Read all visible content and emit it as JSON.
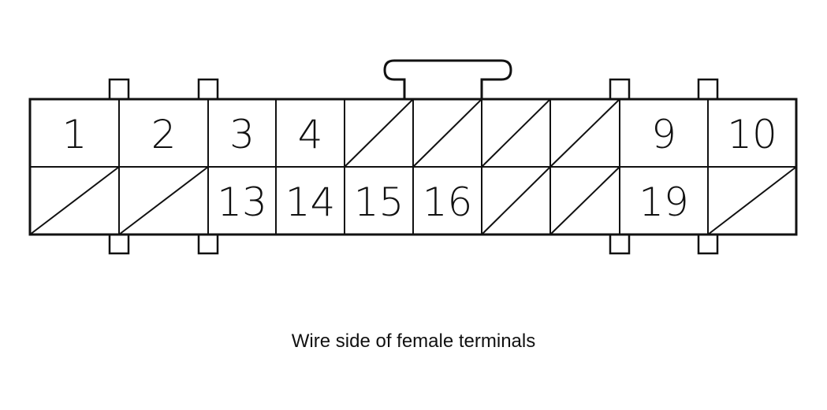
{
  "caption": "Wire side of female terminals",
  "connector": {
    "columns": 10,
    "rows": [
      [
        {
          "label": "1",
          "empty": false
        },
        {
          "label": "2",
          "empty": false
        },
        {
          "label": "3",
          "empty": false
        },
        {
          "label": "4",
          "empty": false
        },
        {
          "label": "",
          "empty": true
        },
        {
          "label": "",
          "empty": true
        },
        {
          "label": "",
          "empty": true
        },
        {
          "label": "",
          "empty": true
        },
        {
          "label": "9",
          "empty": false
        },
        {
          "label": "10",
          "empty": false
        }
      ],
      [
        {
          "label": "",
          "empty": true
        },
        {
          "label": "",
          "empty": true
        },
        {
          "label": "13",
          "empty": false
        },
        {
          "label": "14",
          "empty": false
        },
        {
          "label": "15",
          "empty": false
        },
        {
          "label": "16",
          "empty": false
        },
        {
          "label": "",
          "empty": true
        },
        {
          "label": "",
          "empty": true
        },
        {
          "label": "19",
          "empty": false
        },
        {
          "label": "",
          "empty": true
        }
      ]
    ]
  },
  "colors": {
    "line": "#111111",
    "background": "#ffffff"
  }
}
